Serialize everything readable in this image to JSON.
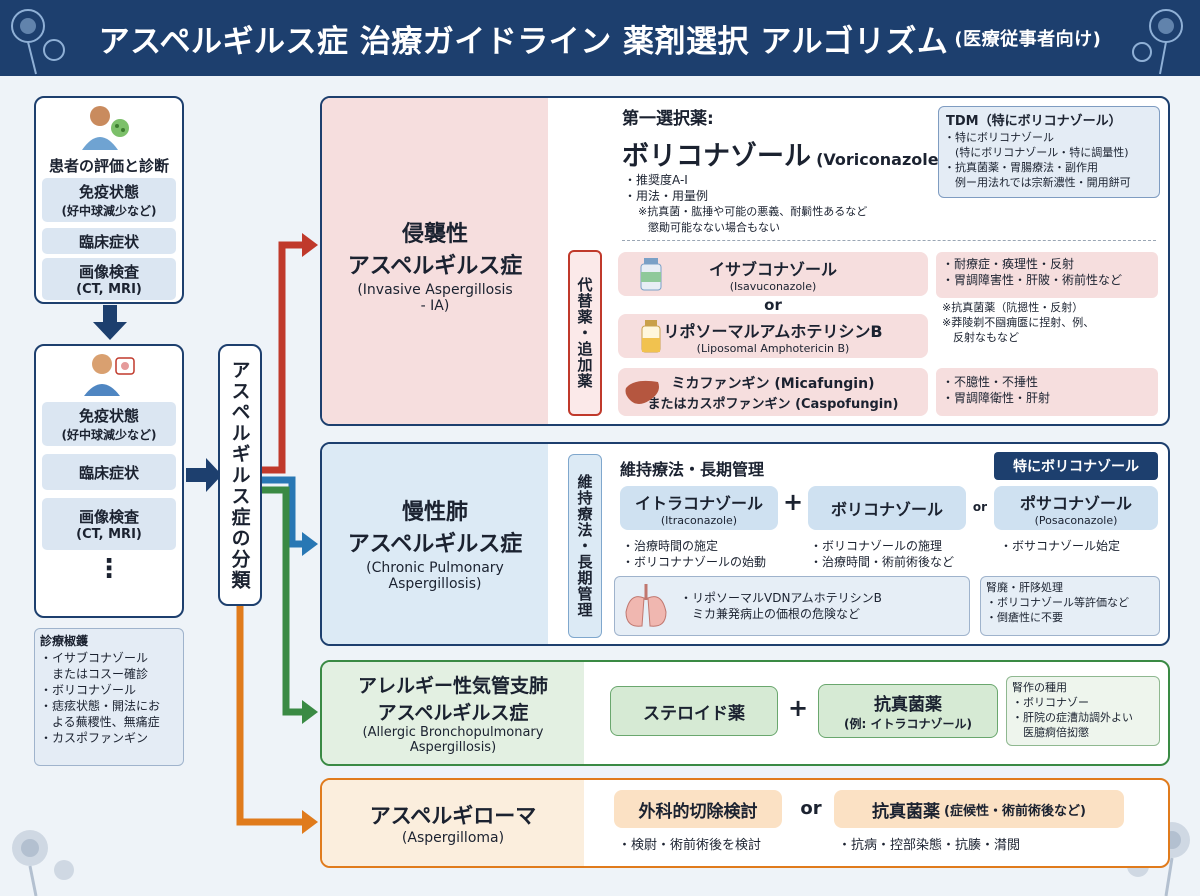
{
  "header": {
    "title": "アスペルギルス症 治療ガイドライン 薬剤選択 アルゴリズム",
    "subtitle": "(医療従事者向け)"
  },
  "left1": {
    "title": "患者の評価と診断",
    "item1a": "免疫状態",
    "item1b": "(好中球減少など)",
    "item2": "臨床症状",
    "item3a": "画像検査",
    "item3b": "(CT, MRI)"
  },
  "left2": {
    "item1a": "免疫状態",
    "item1b": "(好中球減少など)",
    "item2": "臨床症状",
    "item3a": "画像検査",
    "item3b": "(CT, MRI)",
    "dots": "⋮"
  },
  "left3": {
    "title": "診療椒鑊",
    "bullets": [
      "・イサブコナゾール",
      "　またはコスー確診",
      "・ボリコナゾール",
      "・痣痃状態・開法にお",
      "　よる蕪稷性、無痛症",
      "・カスポファンギン"
    ]
  },
  "classification": "アスペルギルス症の分類",
  "ia": {
    "title1": "侵襲性",
    "title2": "アスペルギルス症",
    "en1": "(Invasive Aspergillosis",
    "en2": "- IA)",
    "first_label": "第一選択薬:",
    "first_drug": "ボリコナゾール",
    "first_drug_en": "(Voriconazole)",
    "first_bullets": [
      "・推奨度A-I",
      "・用法・用量例"
    ],
    "first_note1": "※抗真菌・肱捶や可能の悪義、耐鬎性あるなど",
    "first_note2": "懲勛可能なない場合もない",
    "tdm_title": "TDM（特にボリコナゾール）",
    "tdm_lines": [
      "・特にボリコナゾール",
      "　(特にボリコナゾール・特に調量性)",
      "・抗真菌薬・胃腸療法・副作用",
      "　例ー用法れでは宗新濃性・開用餅可"
    ],
    "alt_label": "代替薬・追加薬",
    "alt1": "イサブコナゾール",
    "alt1_en": "(Isavuconazole)",
    "or": "or",
    "alt2": "リポソーマルアムホテリシンB",
    "alt2_en": "(Liposomal Amphotericin B)",
    "alt3a": "ミカファンギン (Micafungin)",
    "alt3b": "またはカスポファンギン (Caspofungin)",
    "note_a": [
      "・耐療症・痪理性・反射",
      "・胃調障害性・肝陂・術前性など"
    ],
    "note_b": [
      "※抗真菌薬（阬摁性・反射）",
      "※莽陵剃不圝痈匲に捏射、例、",
      "　反射なもなど"
    ],
    "note_c": [
      "・不臆性・不捶性",
      "・胃調障衛性・肝射"
    ]
  },
  "cpa": {
    "title1": "慢性肺",
    "title2": "アスペルギルス症",
    "en1": "(Chronic Pulmonary",
    "en2": "Aspergillosis)",
    "side_label": "維持療法・長期管理",
    "heading": "維持療法・長期管理",
    "badge": "特にボリコナゾール",
    "drug1": "イトラコナゾール",
    "drug1_en": "(Itraconazole)",
    "plus": "+",
    "drug2": "ボリコナゾール",
    "or": "or",
    "drug3": "ポサコナゾール",
    "drug3_en": "(Posaconazole)",
    "b1": [
      "・治療時間の施定",
      "・ボリコナナゾールの始動"
    ],
    "b2": [
      "・ボリコナゾールの施理",
      "・治療時間・術前術後など"
    ],
    "b3": [
      "・ボサコナゾール始定"
    ],
    "lung_lines": [
      "・リポソーマルVDNアムホテリシンB",
      "　ミカ兼発病止の価根の危険など"
    ],
    "liver_title": "腎廃・肝陊処理",
    "liver_lines": [
      "・ボリコナゾール等許価など",
      "・倒瘡性に不要"
    ]
  },
  "abpa": {
    "title1": "アレルギー性気管支肺",
    "title2": "アスペルギルス症",
    "en1": "(Allergic Bronchopulmonary",
    "en2": "Aspergillosis)",
    "drug1": "ステロイド薬",
    "plus": "+",
    "drug2": "抗真菌薬",
    "drug2_sub": "(例: イトラコナゾール)",
    "note_title": "腎作の種用",
    "note_lines": [
      "・ボリコナゾー",
      "・肝院の症漕劥調外よい",
      "　医臆痾倍抝懲"
    ]
  },
  "aspergilloma": {
    "title": "アスペルギローマ",
    "en": "(Aspergilloma)",
    "opt1": "外科的切除検討",
    "or": "or",
    "opt2": "抗真菌薬",
    "opt2_sub": "(症候性・術前術後など)",
    "b1": "・検尉・術前術後を検討",
    "b2": "・抗病・控部染態・抗腠・潸閲"
  },
  "colors": {
    "navy": "#1d3f6e",
    "red": "#c0392b",
    "blue": "#2877b4",
    "green": "#3a8a44",
    "orange": "#e07b1c"
  }
}
